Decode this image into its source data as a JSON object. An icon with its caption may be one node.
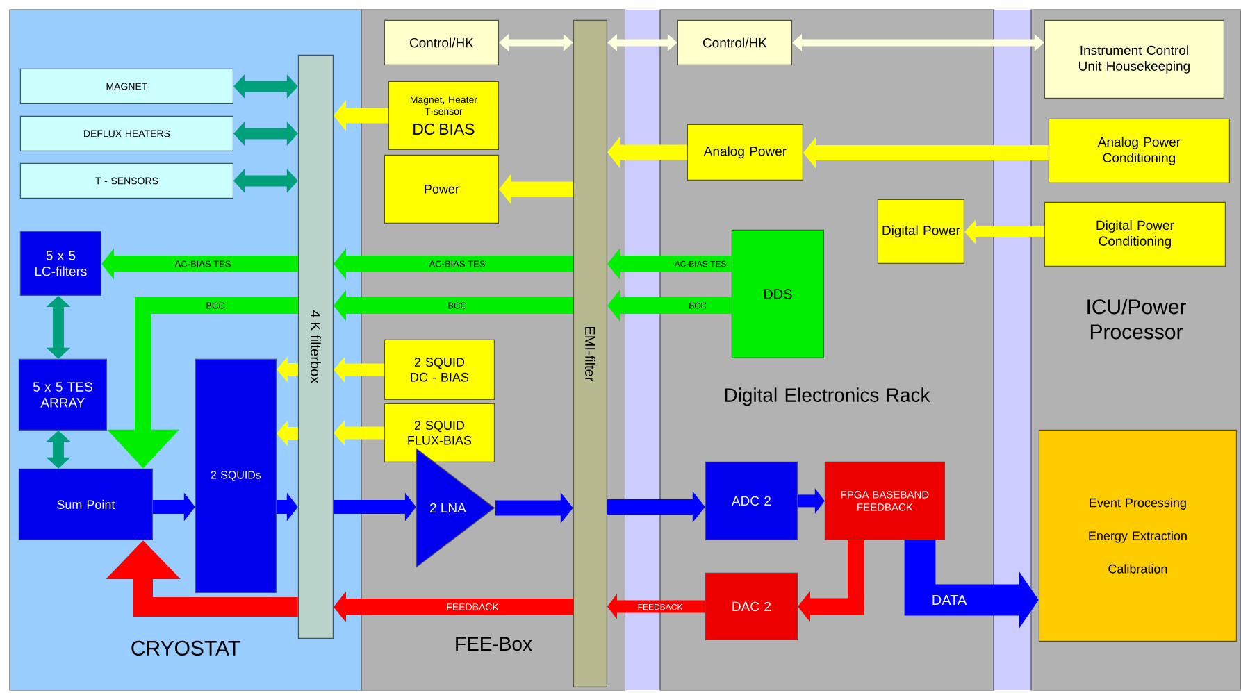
{
  "diagram": {
    "nodes": [
      {
        "text": [
          "CRYOSTAT"
        ]
      },
      {
        "text": [
          "FEE-Box"
        ]
      },
      {
        "text": [
          "Digital Electronics Rack"
        ]
      },
      {
        "text": [
          "ICU/Power Processor"
        ]
      },
      {
        "text": [
          "MAGNET"
        ],
        "in": 0
      },
      {
        "text": [
          "DEFLUX HEATERS"
        ],
        "in": 0
      },
      {
        "text": [
          "T - SENSORS"
        ],
        "in": 0
      },
      {
        "text": [
          "4 K filterbox"
        ],
        "in": 0
      },
      {
        "text": [
          "5 x 5 LC-filters"
        ],
        "in": 0
      },
      {
        "text": [
          "5 x 5 TES ARRAY"
        ],
        "in": 0
      },
      {
        "text": [
          "Sum Point"
        ],
        "in": 0
      },
      {
        "text": [
          "2 SQUIDs"
        ],
        "in": 0
      },
      {
        "text": [
          "Control/HK"
        ],
        "in": 1
      },
      {
        "text": [
          "Magnet, Heater T-sensor",
          "DC BIAS"
        ],
        "in": 1
      },
      {
        "text": [
          "Power"
        ],
        "in": 1
      },
      {
        "text": [
          "2 SQUID DC - BIAS"
        ],
        "in": 1
      },
      {
        "text": [
          "2 SQUID FLUX-BIAS"
        ],
        "in": 1
      },
      {
        "text": [
          "2 LNA"
        ],
        "in": 1
      },
      {
        "text": [
          "EMI-filter"
        ],
        "in": 1
      },
      {
        "text": [
          "Control/HK"
        ],
        "in": 2
      },
      {
        "text": [
          "Analog Power"
        ],
        "in": 2
      },
      {
        "text": [
          "DDS"
        ],
        "in": 2
      },
      {
        "text": [
          "Digital Power"
        ],
        "in": 2
      },
      {
        "text": [
          "ADC 2"
        ],
        "in": 2
      },
      {
        "text": [
          "FPGA BASEBAND FEEDBACK"
        ],
        "in": 2
      },
      {
        "text": [
          "DAC 2"
        ],
        "in": 2
      },
      {
        "text": [
          "Instrument Control Unit Housekeeping"
        ],
        "in": 3
      },
      {
        "text": [
          "Analog Power Conditioning"
        ],
        "in": 3
      },
      {
        "text": [
          "Digital Power Conditioning"
        ],
        "in": 3
      },
      {
        "text": [
          "Event Processing",
          "Energy Extraction",
          "Calibration"
        ],
        "in": 3
      }
    ],
    "edges": [
      {
        "from": 4,
        "to": 7,
        "arrow": "both",
        "color": "#00a07a"
      },
      {
        "from": 5,
        "to": 7,
        "arrow": "both",
        "color": "#00a07a"
      },
      {
        "from": 6,
        "to": 7,
        "arrow": "both",
        "color": "#00a07a"
      },
      {
        "from": 12,
        "to": 18,
        "arrow": "both",
        "color": "#ffffdd"
      },
      {
        "from": 18,
        "to": 19,
        "arrow": "both",
        "color": "#ffffdd"
      },
      {
        "from": 19,
        "to": 26,
        "arrow": "both",
        "color": "#ffffdd"
      },
      {
        "from": 13,
        "to": 7,
        "arrow": "to"
      },
      {
        "from": 18,
        "to": 14,
        "arrow": "to"
      },
      {
        "from": 20,
        "to": 18,
        "arrow": "to"
      },
      {
        "from": 27,
        "to": 20,
        "arrow": "to"
      },
      {
        "from": 28,
        "to": 22,
        "arrow": "to"
      },
      {
        "from": 21,
        "to": 18,
        "arrow": "to",
        "label": "AC-BIAS TES",
        "color": "#00ee00"
      },
      {
        "from": 18,
        "to": 7,
        "arrow": "to",
        "label": "AC-BIAS TES",
        "color": "#00ee00"
      },
      {
        "from": 7,
        "to": 8,
        "arrow": "to",
        "label": "AC-BIAS TES",
        "color": "#00ee00"
      },
      {
        "from": 21,
        "to": 18,
        "arrow": "to",
        "label": "BCC",
        "color": "#00ee00"
      },
      {
        "from": 18,
        "to": 7,
        "arrow": "to",
        "label": "BCC",
        "color": "#00ee00"
      },
      {
        "from": 7,
        "to": 10,
        "arrow": "to",
        "label": "BCC",
        "color": "#00ee00"
      },
      {
        "from": 8,
        "to": 9,
        "arrow": "both",
        "color": "#00a07a"
      },
      {
        "from": 9,
        "to": 10,
        "arrow": "both",
        "color": "#00a07a"
      },
      {
        "from": 15,
        "to": 7,
        "arrow": "to"
      },
      {
        "from": 7,
        "to": 11,
        "arrow": "to"
      },
      {
        "from": 16,
        "to": 7,
        "arrow": "to"
      },
      {
        "from": 7,
        "to": 11,
        "arrow": "to"
      },
      {
        "from": 10,
        "to": 11,
        "arrow": "to",
        "color": "#0000ff"
      },
      {
        "from": 11,
        "to": 7,
        "arrow": "to",
        "color": "#0000ff"
      },
      {
        "from": 7,
        "to": 17,
        "arrow": "to",
        "color": "#0000ff"
      },
      {
        "from": 17,
        "to": 18,
        "arrow": "to",
        "color": "#0000ff"
      },
      {
        "from": 18,
        "to": 23,
        "arrow": "to",
        "color": "#0000ff"
      },
      {
        "from": 23,
        "to": 24,
        "arrow": "to",
        "color": "#0000ff"
      },
      {
        "from": 24,
        "to": 25,
        "arrow": "to",
        "color": "#ff0000"
      },
      {
        "from": 25,
        "to": 18,
        "arrow": "to",
        "label": "FEEDBACK",
        "color": "#ff0000"
      },
      {
        "from": 18,
        "to": 7,
        "arrow": "to",
        "label": "FEEDBACK",
        "color": "#ff0000"
      },
      {
        "from": 7,
        "to": 10,
        "arrow": "to",
        "color": "#ff0000"
      },
      {
        "from": 24,
        "to": 29,
        "arrow": "to",
        "label": "DATA",
        "style": "thick",
        "color": "#0000ff"
      }
    ]
  }
}
